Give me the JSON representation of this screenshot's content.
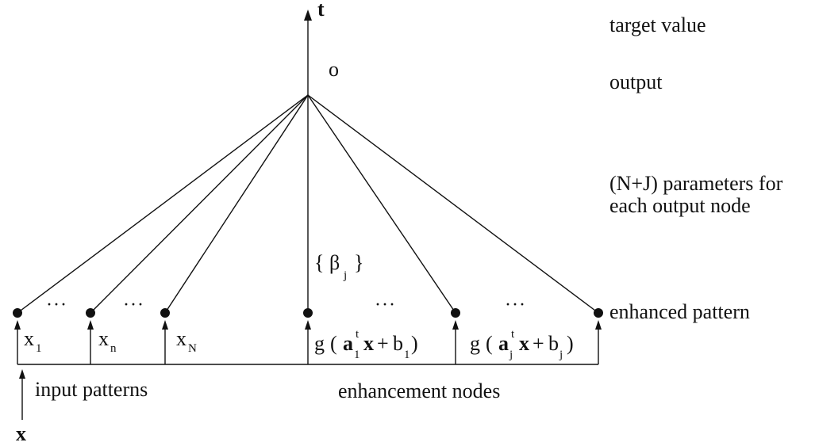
{
  "diagram": {
    "top": {
      "t_label": "t",
      "o_label": "o"
    },
    "right_annotations": {
      "target_value": "target value",
      "output": "output",
      "params_line1": "(N+J) parameters for",
      "params_line2": "each output node",
      "enhanced_pattern": "enhanced pattern"
    },
    "weights_label": {
      "open": "{ β",
      "sub": "j",
      "close": "}"
    },
    "input_nodes": [
      {
        "base": "x",
        "sub": "1"
      },
      {
        "base": "x",
        "sub": "n"
      },
      {
        "base": "x",
        "sub": "N"
      }
    ],
    "enhancement_nodes": [
      {
        "g": "g",
        "a": "a",
        "a_sup": "t",
        "a_sub": "1",
        "x": "x",
        "plus": "+",
        "b": "b",
        "b_sub": "1"
      },
      {
        "g": "g",
        "a": "a",
        "a_sup": "t",
        "a_sub": "j",
        "x": "x",
        "plus": "+",
        "b": "b",
        "b_sub": "j"
      }
    ],
    "ellipsis": "···",
    "group_labels": {
      "input_patterns": "input patterns",
      "enhancement_nodes": "enhancement nodes"
    },
    "input_vector": "x"
  }
}
